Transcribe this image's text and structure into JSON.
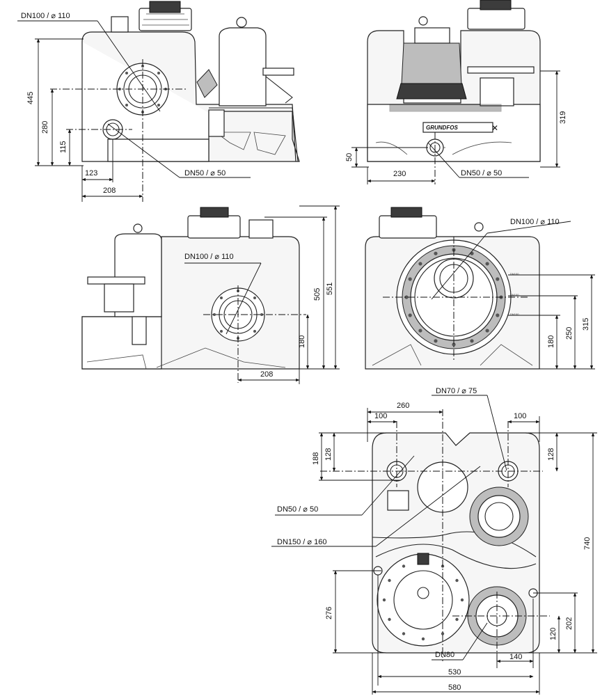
{
  "view_front": {
    "callout_top": "DN100 /   ⌀ 110",
    "callout_bottom": "DN50 /   ⌀ 50",
    "dim_445": "445",
    "dim_280": "280",
    "dim_115": "115",
    "dim_123": "123",
    "dim_208": "208"
  },
  "view_side_right": {
    "callout": "DN50 /   ⌀ 50",
    "dim_319": "319",
    "dim_50": "50",
    "dim_230": "230",
    "brand_text": "GRUNDFOS"
  },
  "view_rear": {
    "callout": "DN100 /   ⌀ 110",
    "dim_505": "505",
    "dim_551": "551",
    "dim_180": "180",
    "dim_208": "208"
  },
  "view_side_left": {
    "callout": "DN100 /   ⌀ 110",
    "dim_315": "315",
    "dim_250": "250",
    "dim_180": "180",
    "small_labels": [
      "DN100",
      "DN100",
      "DN100"
    ]
  },
  "view_top": {
    "callout_dn70": "DN70 /   ⌀ 75",
    "callout_dn50": "DN50 /   ⌀ 50",
    "callout_dn150": "DN150 /   ⌀ 160",
    "callout_dn80": "DN80",
    "dim_260": "260",
    "dim_100_left": "100",
    "dim_100_right": "100",
    "dim_128_left": "128",
    "dim_188": "188",
    "dim_128_right": "128",
    "dim_740": "740",
    "dim_276": "276",
    "dim_202": "202",
    "dim_120": "120",
    "dim_140": "140",
    "dim_530": "530",
    "dim_580": "580"
  }
}
